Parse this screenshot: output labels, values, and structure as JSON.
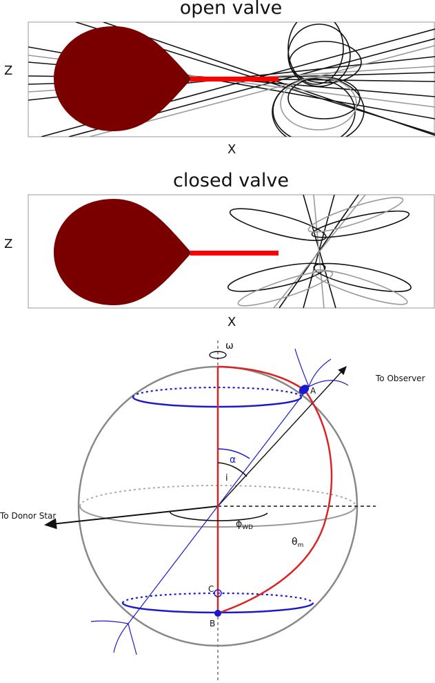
{
  "panels": {
    "open": {
      "title": "open valve",
      "xlabel": "X",
      "zlabel": "Z"
    },
    "closed": {
      "title": "closed valve",
      "xlabel": "X",
      "zlabel": "Z"
    }
  },
  "sphere": {
    "omega": "ω",
    "to_observer": "To Observer",
    "to_donor": "To Donor Star",
    "alpha": "α",
    "i": "i",
    "phi": "ϕ",
    "phi_sub": "WD",
    "theta": "θ",
    "theta_sub": "m",
    "point_a": "A",
    "point_b": "B",
    "point_c": "C"
  },
  "colors": {
    "star": "#7a0000",
    "stream": "#ff0000",
    "field_dark": "#111111",
    "field_grey": "#999999",
    "blue": "#1a1acc",
    "red_arc": "#dd2222",
    "sphere": "#888888"
  }
}
